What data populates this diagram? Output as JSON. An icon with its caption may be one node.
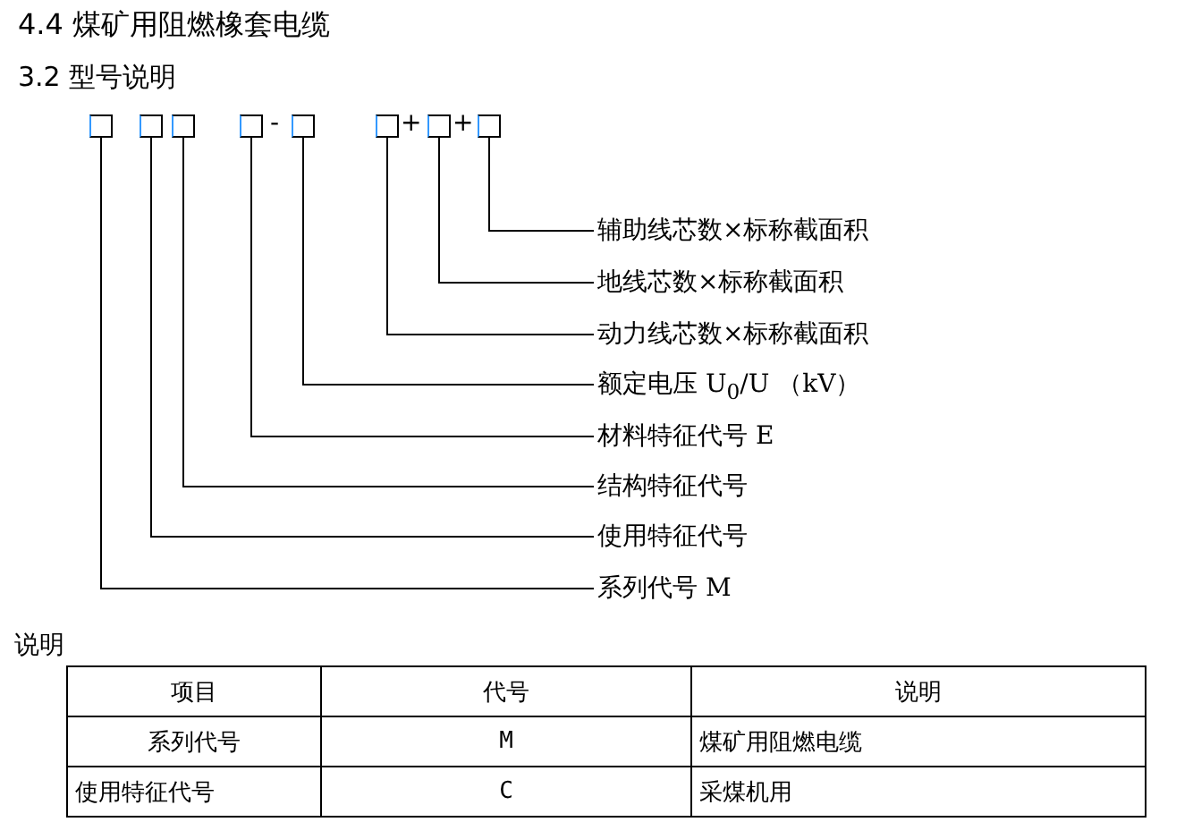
{
  "diagram": {
    "title": "4.4 煤矿用阻燃橡套电缆",
    "nodes": [
      {
        "text": [],
        "shape": "box"
      },
      {
        "text": [],
        "shape": "box"
      },
      {
        "text": [],
        "shape": "box"
      },
      {
        "text": [],
        "shape": "box"
      },
      {
        "text": [],
        "shape": "box"
      },
      {
        "text": [],
        "shape": "box"
      },
      {
        "text": [],
        "shape": "box"
      },
      {
        "text": [],
        "shape": "box"
      },
      {
        "text": [
          "辅助线芯数×标称截面积"
        ]
      },
      {
        "text": [
          "地线芯数×标称截面积"
        ]
      },
      {
        "text": [
          "动力线芯数×标称截面积"
        ]
      },
      {
        "text": [
          "额定电压 U$_{0}$/U （kV）"
        ]
      },
      {
        "text": [
          "材料特征代号 E"
        ]
      },
      {
        "text": [
          "结构特征代号"
        ]
      },
      {
        "text": [
          "使用特征代号"
        ]
      },
      {
        "text": [
          "系列代号 M"
        ]
      }
    ],
    "edges": [
      {
        "from": 8,
        "to": 7,
        "arrow": "none"
      },
      {
        "from": 9,
        "to": 6,
        "arrow": "none"
      },
      {
        "from": 10,
        "to": 5,
        "arrow": "none"
      },
      {
        "from": 11,
        "to": 4,
        "arrow": "none"
      },
      {
        "from": 12,
        "to": 3,
        "arrow": "none"
      },
      {
        "from": 13,
        "to": 2,
        "arrow": "none"
      },
      {
        "from": 14,
        "to": 1,
        "arrow": "none"
      },
      {
        "from": 15,
        "to": 0,
        "arrow": "none"
      }
    ],
    "labels": [
      "3.2 型号说明",
      "-",
      "+",
      "+",
      "说明",
      "项目",
      "代号",
      "说明",
      "系列代号",
      "M",
      "煤矿用阻燃电缆",
      "使用特征代号",
      "C",
      "采煤机用"
    ]
  }
}
